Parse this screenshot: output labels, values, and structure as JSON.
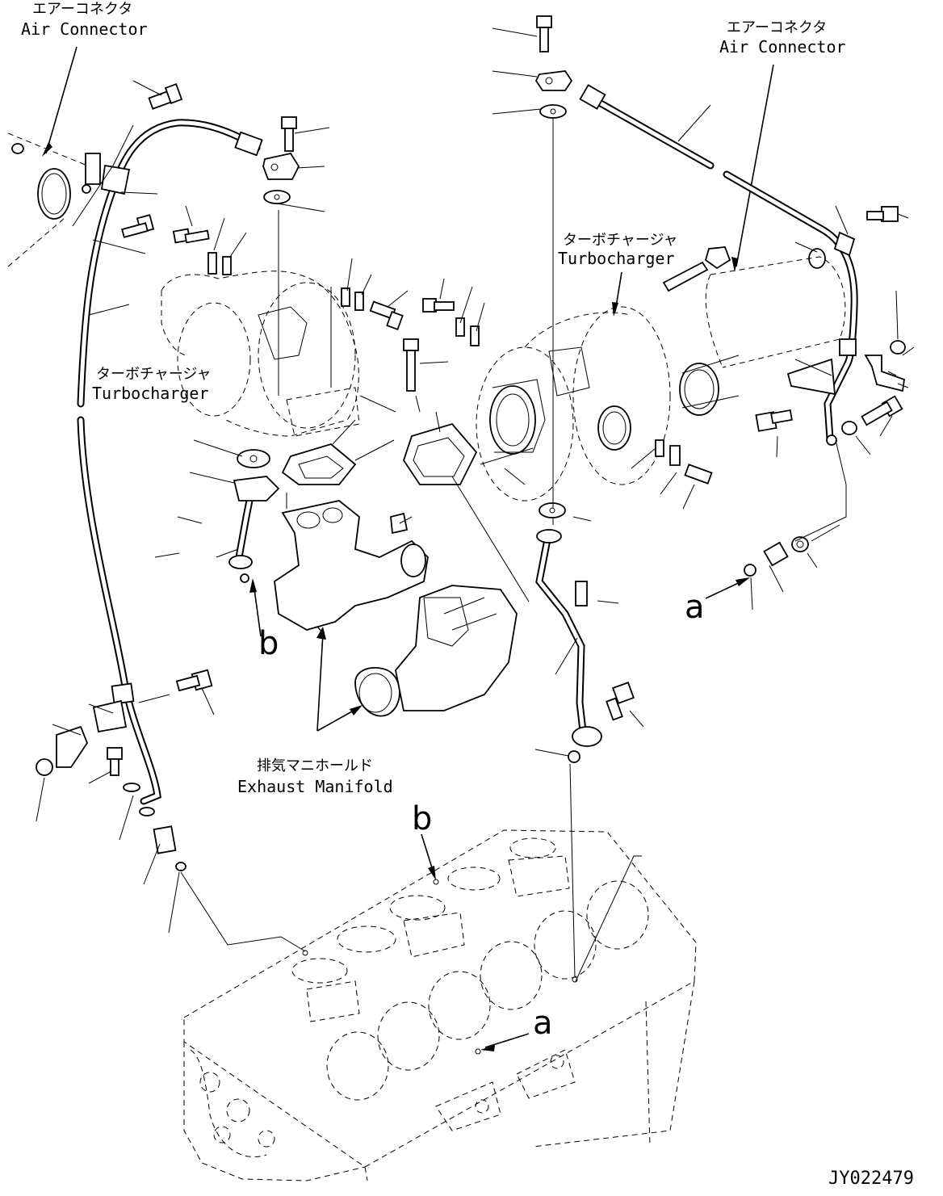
{
  "labels": {
    "air_connector_left_jp": "エアーコネクタ",
    "air_connector_left_en": "Air Connector",
    "air_connector_right_jp": "エアーコネクタ",
    "air_connector_right_en": "Air Connector",
    "turbo_left_jp": "ターボチャージャ",
    "turbo_left_en": "Turbocharger",
    "turbo_right_jp": "ターボチャージャ",
    "turbo_right_en": "Turbocharger",
    "exhaust_jp": "排気マニホールド",
    "exhaust_en": "Exhaust Manifold",
    "ref_a_1": "a",
    "ref_a_2": "a",
    "ref_b_1": "b",
    "ref_b_2": "b",
    "drawing_code": "JY022479"
  },
  "colors": {
    "ink": "#000000",
    "paper": "#ffffff"
  }
}
